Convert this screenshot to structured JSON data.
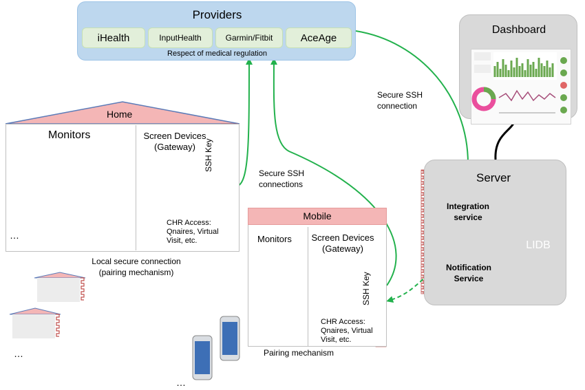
{
  "providers": {
    "title": "Providers",
    "items": [
      "iHealth",
      "InputHealth",
      "Garmin/Fitbit",
      "AceAge"
    ],
    "note": "Respect of medical regulation"
  },
  "dashboard": {
    "title": "Dashboard"
  },
  "server": {
    "title": "Server",
    "integration": [
      "Integration",
      "service"
    ],
    "notification": [
      "Notification",
      "Service"
    ],
    "db": "LIDB"
  },
  "home": {
    "title": "Home",
    "monitors": "Monitors",
    "screen_devices": [
      "Screen Devices",
      "(Gateway)"
    ],
    "ssh_key": "SSH Key",
    "chr": [
      "CHR Access:",
      "Qnaires, Virtual",
      "Visit, etc."
    ],
    "local": [
      "Local secure connection",
      "(pairing mechanism)"
    ],
    "ellipsis": "…"
  },
  "mobile": {
    "title": "Mobile",
    "monitors": "Monitors",
    "screen_devices": [
      "Screen Devices",
      "(Gateway)"
    ],
    "ssh_key": "SSH Key",
    "chr": [
      "CHR Access:",
      "Qnaires, Virtual",
      "Visit, etc."
    ],
    "pairing": "Pairing mechanism"
  },
  "connections": {
    "ssh_connections": [
      "Secure SSH",
      "connections"
    ],
    "ssh_connection": [
      "Secure SSH",
      "connection"
    ]
  },
  "misc": {
    "ellipsis_left": "…",
    "ellipsis_bottom": "…"
  },
  "colors": {
    "provider_bg": "#bdd7ee",
    "provider_item": "#e2efda",
    "roof": "#f4b6b6",
    "brick": "#c0504d",
    "arrow": "#22b14c",
    "service": "#a9d18e",
    "db": "#ed7d31",
    "panel_gray": "#d9d9d9"
  }
}
